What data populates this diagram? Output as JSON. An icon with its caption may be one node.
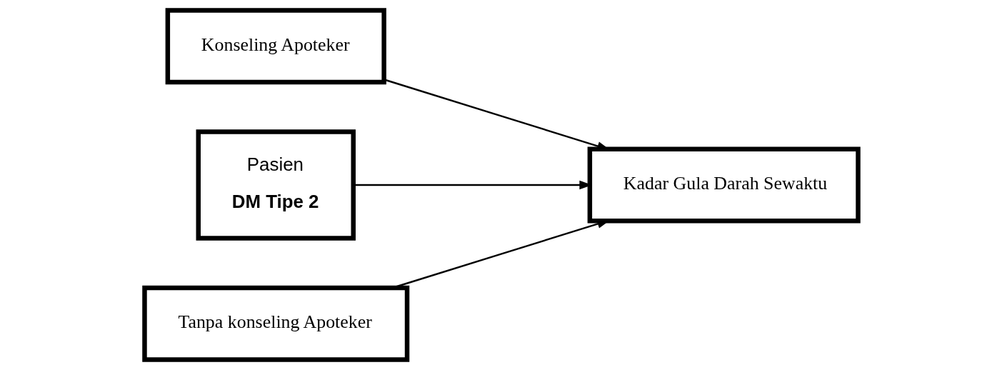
{
  "diagram": {
    "nodes": [
      {
        "text": [
          "Pasien",
          "DM Tipe 2"
        ]
      },
      {
        "text": [
          "Konseling Apoteker"
        ]
      },
      {
        "text": [
          "Tanpa konseling Apoteker"
        ]
      },
      {
        "text": [
          "Kadar Gula Darah Sewaktu"
        ]
      }
    ],
    "edges": [
      {
        "from": 0,
        "to": 3,
        "arrow": "to"
      },
      {
        "from": 1,
        "to": 3,
        "arrow": "to"
      },
      {
        "from": 2,
        "to": 3,
        "arrow": "to"
      }
    ]
  }
}
